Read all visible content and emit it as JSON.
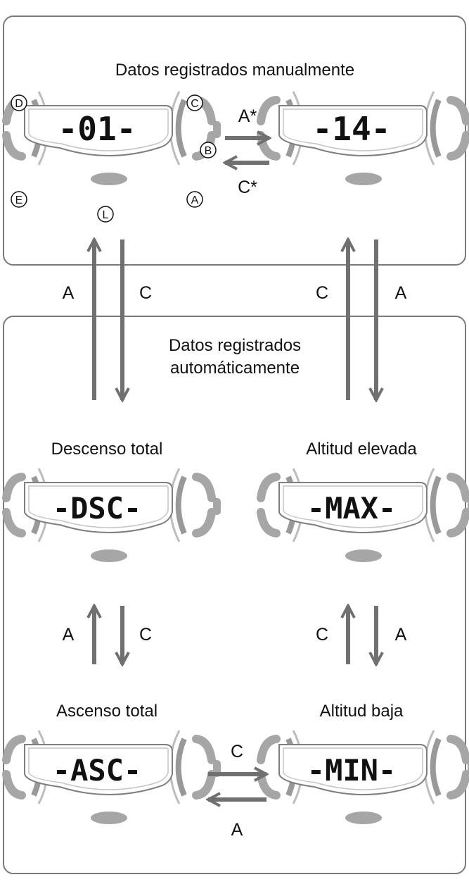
{
  "colors": {
    "frame": "#7a7a7a",
    "arrow": "#707070",
    "bezel": "#999999",
    "ring": "#bdbdbd",
    "pusher": "#a6a6a6",
    "text": "#111111"
  },
  "sections": {
    "manual_title": "Datos registrados manualmente",
    "auto_title_line1": "Datos registrados",
    "auto_title_line2": "automáticamente"
  },
  "watches": [
    {
      "id": "w1",
      "display": "-01-",
      "has_button_labels": true
    },
    {
      "id": "w2",
      "display": "-14-",
      "has_button_labels": false
    },
    {
      "id": "w3",
      "title": "Descenso total",
      "display": "-DSC-"
    },
    {
      "id": "w4",
      "title": "Altitud elevada",
      "display": "-MAX-"
    },
    {
      "id": "w5",
      "title": "Ascenso total",
      "display": "-ASC-"
    },
    {
      "id": "w6",
      "title": "Altitud baja",
      "display": "-MIN-"
    }
  ],
  "button_labels": {
    "D": "D",
    "C": "C",
    "B": "B",
    "E": "E",
    "A": "A",
    "L": "L"
  },
  "arrow_labels": {
    "w1_to_w2": "A*",
    "w2_to_w1": "C*",
    "left_up": "A",
    "left_down": "C",
    "right_up": "C",
    "right_down": "A",
    "mid_left_up": "A",
    "mid_left_down": "C",
    "mid_right_up": "C",
    "mid_right_down": "A",
    "bottom_right": "C",
    "bottom_left": "A"
  }
}
